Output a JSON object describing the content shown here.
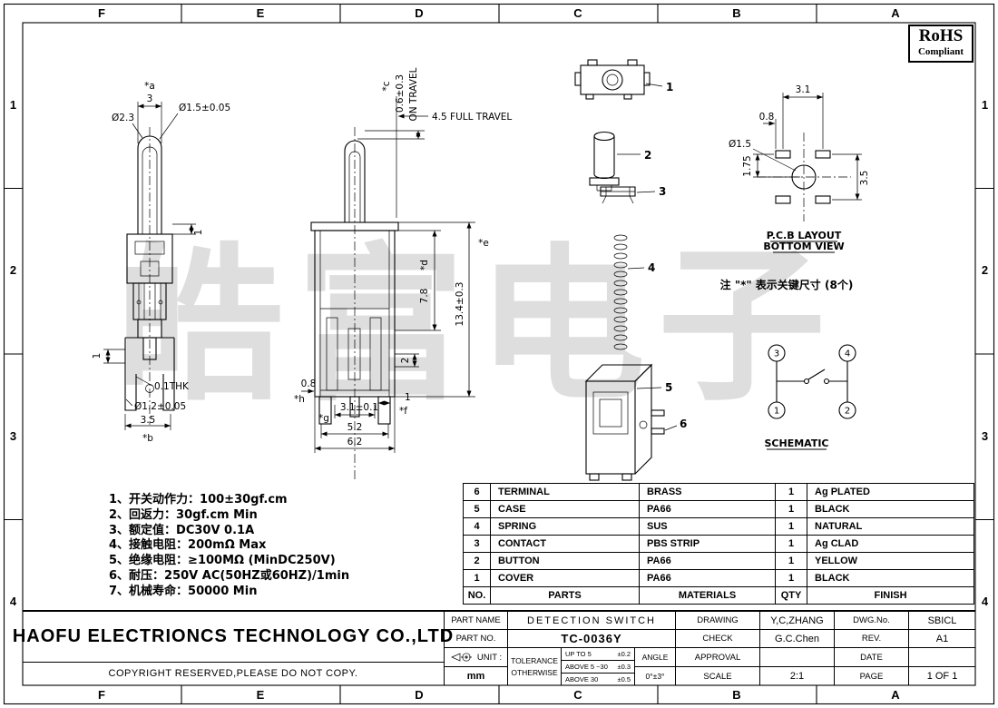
{
  "grid": {
    "cols": [
      "F",
      "E",
      "D",
      "C",
      "B",
      "A"
    ],
    "rows": [
      "1",
      "2",
      "3",
      "4"
    ]
  },
  "rohs": {
    "line1": "RoHS",
    "line2": "Compliant"
  },
  "watermark": "皓富电子",
  "front_view": {
    "dim_star_a": "*a",
    "dim_width": "3",
    "dia_button": "Ø2.3",
    "dia_stem": "Ø1.5±0.05",
    "dim_step": "1",
    "dim_leg": "1",
    "thickness": "0.1THK",
    "dia_hole": "Ø1.2±0.05",
    "dim_base": "3.5",
    "dim_star_b": "*b"
  },
  "side_view": {
    "dim_star_c": "*c",
    "dim_on_travel": "0.6±0.3",
    "on_travel_label": "ON TRAVEL",
    "full_travel_label": "4.5 FULL TRAVEL",
    "dim_height": "13.4±0.3",
    "dim_star_e": "*e",
    "dim_body": "7.8",
    "dim_star_d": "*d",
    "dim_gap": "2",
    "dim_offset": "0.8",
    "dim_star_h": "*h",
    "dim_star_g": "*g",
    "dim_pitch": "3.1±0.1",
    "dim_star_f": "*f",
    "dim_foot": "1",
    "dim_width_inner": "5.2",
    "dim_width_outer": "6.2"
  },
  "callouts": {
    "c1": "1",
    "c2": "2",
    "c3": "3",
    "c4": "4",
    "c5": "5",
    "c6": "6"
  },
  "pcb": {
    "dim_pitch_x": "3.1",
    "dim_offset": "0.8",
    "dia_hole": "Ø1.5",
    "dim_pitch_y1": "1.75",
    "dim_pitch_y2": "3.5",
    "title1": "P.C.B LAYOUT",
    "title2": "BOTTOM VIEW"
  },
  "key_note": "注 \"*\" 表示关键尺寸 (8个)",
  "schematic": {
    "title": "SCHEMATIC",
    "pin1": "1",
    "pin2": "2",
    "pin3": "3",
    "pin4": "4"
  },
  "notes": [
    "1、开关动作力：100±30gf.cm",
    "2、回返力：30gf.cm  Min",
    "3、额定值：DC30V 0.1A",
    "4、接触电阻：200mΩ Max",
    "5、绝缘电阻：≥100MΩ (MinDC250V)",
    "6、耐压：250V AC(50HZ或60HZ)/1min",
    "7、机械寿命：50000 Min"
  ],
  "parts_table": {
    "headers": {
      "no": "NO.",
      "parts": "PARTS",
      "materials": "MATERIALS",
      "qty": "QTY",
      "finish": "FINISH"
    },
    "rows": [
      {
        "no": "6",
        "part": "TERMINAL",
        "material": "BRASS",
        "qty": "1",
        "finish": "Ag PLATED"
      },
      {
        "no": "5",
        "part": "CASE",
        "material": "PA66",
        "qty": "1",
        "finish": "BLACK"
      },
      {
        "no": "4",
        "part": "SPRING",
        "material": "SUS",
        "qty": "1",
        "finish": "NATURAL"
      },
      {
        "no": "3",
        "part": "CONTACT",
        "material": "PBS STRIP",
        "qty": "1",
        "finish": "Ag CLAD"
      },
      {
        "no": "2",
        "part": "BUTTON",
        "material": "PA66",
        "qty": "1",
        "finish": "YELLOW"
      },
      {
        "no": "1",
        "part": "COVER",
        "material": "PA66",
        "qty": "1",
        "finish": "BLACK"
      }
    ]
  },
  "title_block": {
    "company": "HAOFU ELECTRIONCS TECHNOLOGY CO.,LTD",
    "copyright": "COPYRIGHT RESERVED,PLEASE DO NOT COPY.",
    "part_name_label": "PART NAME",
    "part_name": "DETECTION SWITCH",
    "part_no_label": "PART NO.",
    "part_no": "TC-0036Y",
    "drawing_label": "DRAWING",
    "drawing_by": "Y,C,ZHANG",
    "check_label": "CHECK",
    "check_by": "G.C.Chen",
    "approval_label": "APPROVAL",
    "approval_by": "",
    "scale_label": "SCALE",
    "scale": "2:1",
    "dwg_no_label": "DWG.No.",
    "dwg_no": "SBICL",
    "rev_label": "REV.",
    "rev": "A1",
    "date_label": "DATE",
    "date": "",
    "page_label": "PAGE",
    "page": "1 OF 1",
    "unit_label": "UNIT :",
    "unit": "mm",
    "tolerance": {
      "label1": "TOLERANCE",
      "label2": "OTHERWISE",
      "rows": [
        {
          "range": "UP TO 5",
          "tol": "±0.2"
        },
        {
          "range": "ABOVE 5 ~30",
          "tol": "±0.3"
        },
        {
          "range": "ABOVE 30",
          "tol": "±0.5"
        }
      ],
      "angle_label": "ANGLE",
      "angle_tol": "0°±3°"
    }
  }
}
